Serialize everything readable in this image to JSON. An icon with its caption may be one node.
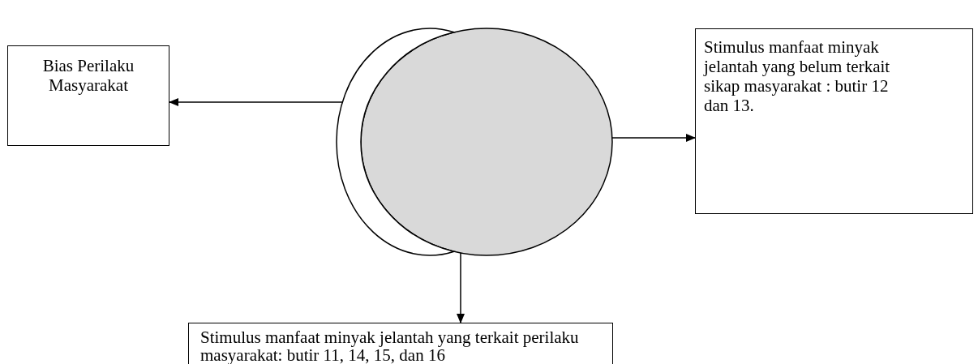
{
  "diagram": {
    "nodes": [
      {
        "text": [
          "Bias Perilaku Masyarakat"
        ]
      },
      {
        "text": [],
        "shape": "circle"
      },
      {
        "text": [],
        "shape": "circle"
      },
      {
        "text": [
          "Stimulus manfaat minyak jelantah yang belum terkait sikap masyarakat : butir 12 dan  13."
        ]
      },
      {
        "text": [
          "Stimulus manfaat minyak jelantah yang terkait perilaku masyarakat:  butir 11, 14, 15, dan 16"
        ]
      }
    ],
    "edges": [
      {
        "from": 1,
        "to": 0,
        "arrow": "to"
      },
      {
        "from": 2,
        "to": 3,
        "arrow": "to"
      },
      {
        "from": 2,
        "to": 4,
        "arrow": "to"
      }
    ]
  }
}
